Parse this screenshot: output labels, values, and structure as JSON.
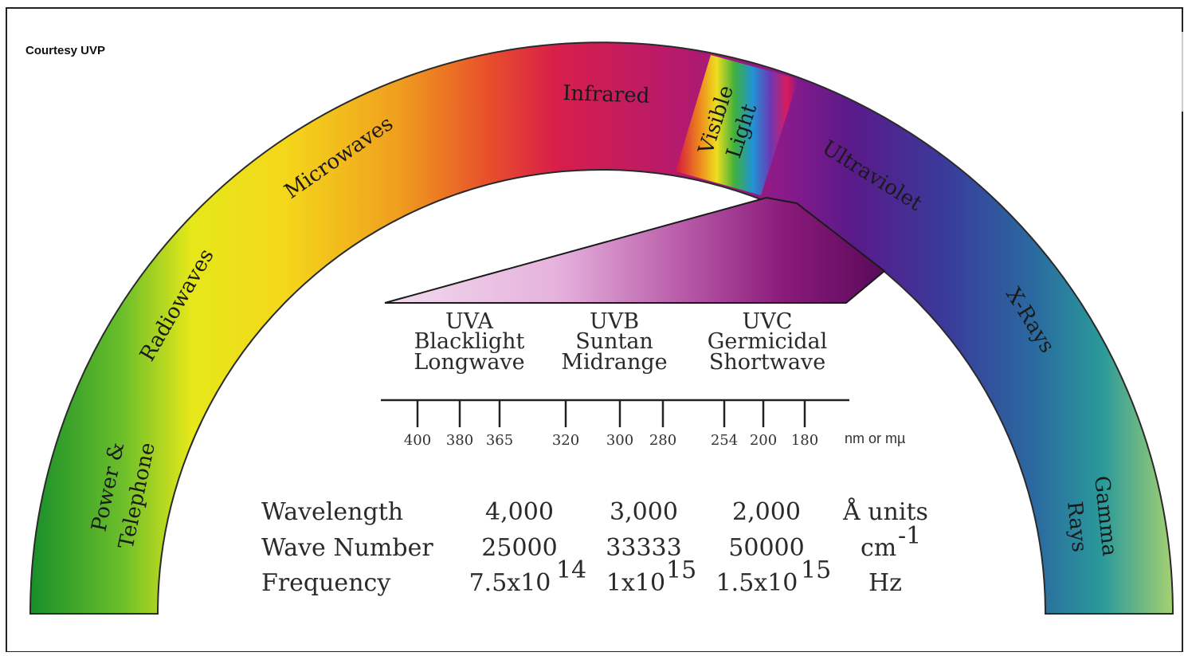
{
  "credit": "Courtesy UVP",
  "arc_labels": {
    "power_line1": "Power &",
    "power_line2": "Telephone",
    "radiowaves": "Radiowaves",
    "microwaves": "Microwaves",
    "infrared": "Infrared",
    "visible_line1": "Visible",
    "visible_line2": "Light",
    "ultraviolet": "Ultraviolet",
    "xrays": "X-Rays",
    "gamma_line1": "Gamma",
    "gamma_line2": "Rays"
  },
  "uv_bands": [
    {
      "name": "UVA",
      "line2": "Blacklight",
      "line3": "Longwave"
    },
    {
      "name": "UVB",
      "line2": "Suntan",
      "line3": "Midrange"
    },
    {
      "name": "UVC",
      "line2": "Germicidal",
      "line3": "Shortwave"
    }
  ],
  "ticks": [
    "400",
    "380",
    "365",
    "320",
    "300",
    "280",
    "254",
    "200",
    "180"
  ],
  "tick_unit": "nm or mµ",
  "table": {
    "rows": [
      {
        "label": "Wavelength",
        "values": [
          "4,000",
          "3,000",
          "2,000"
        ],
        "unit": "Å units"
      },
      {
        "label": "Wave Number",
        "values": [
          "25000",
          "33333",
          "50000"
        ],
        "unit": "cm",
        "unit_sup": "-1"
      },
      {
        "label": "Frequency",
        "values": [
          "7.5x10",
          "1x10",
          "1.5x10"
        ],
        "value_sups": [
          "14",
          "15",
          "15"
        ],
        "unit": "Hz"
      }
    ]
  },
  "colors": {
    "green": "#1f9a2a",
    "yellow": "#f2e81a",
    "orange": "#f0a020",
    "red": "#e0204a",
    "purple": "#6a1a8a",
    "blue": "#2a6aa0",
    "teal": "#2a9a9a",
    "light_green": "#9acb6a"
  }
}
